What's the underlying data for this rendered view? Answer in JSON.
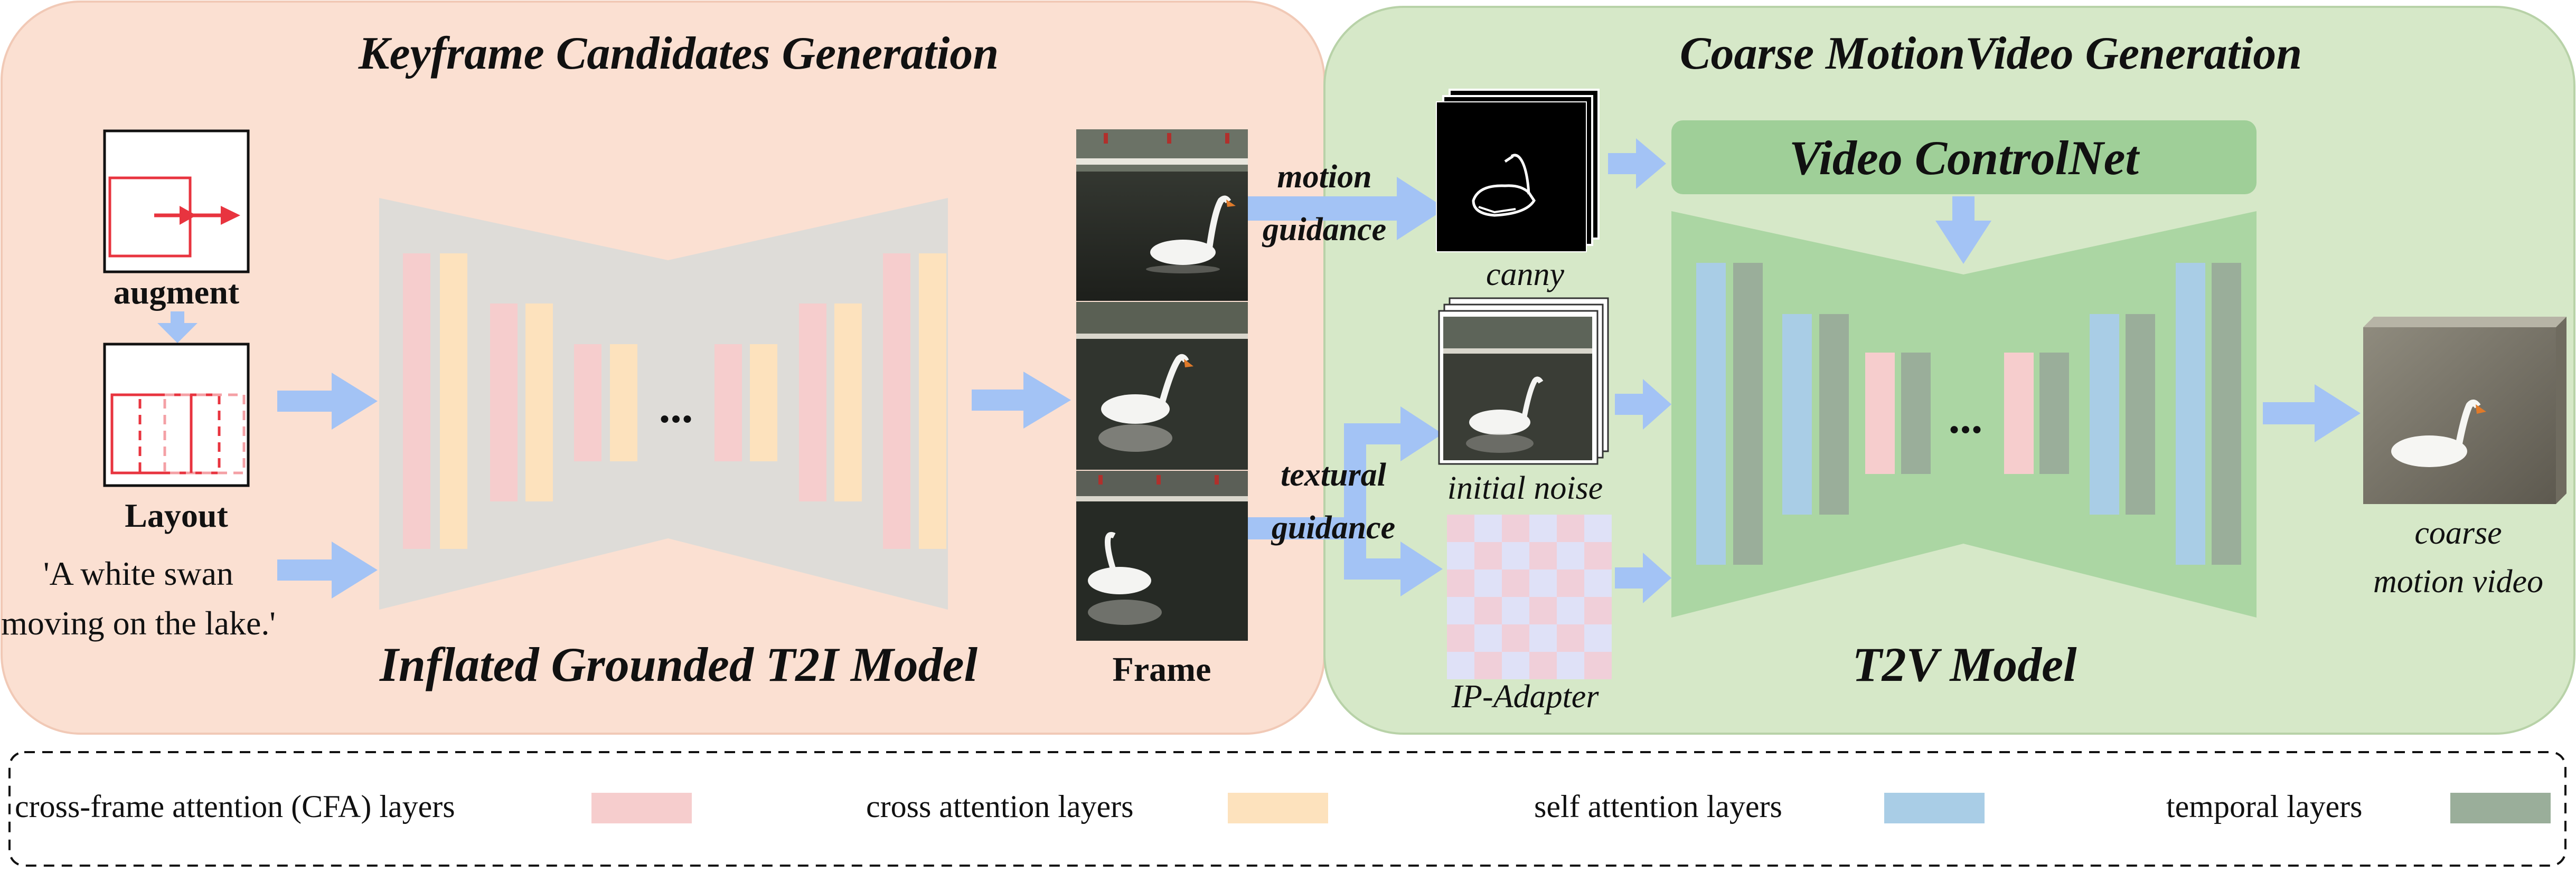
{
  "left_panel": {
    "title": "Keyframe Candidates Generation",
    "augment_label": "augment",
    "layout_label": "Layout",
    "prompt_line1": "'A white swan",
    "prompt_line2": "moving on the lake.'",
    "model_label": "Inflated Grounded T2I Model",
    "ellipsis": "...",
    "frame_label": "Frame"
  },
  "right_panel": {
    "title": "Coarse MotionVideo Generation",
    "motion_guidance_line1": "motion",
    "motion_guidance_line2": "guidance",
    "textural_guidance_line1": "textural",
    "textural_guidance_line2": "guidance",
    "canny_label": "canny",
    "initial_noise_label": "initial noise",
    "ip_adapter_label": "IP-Adapter",
    "controlnet_label": "Video ControlNet",
    "model_label": "T2V Model",
    "ellipsis": "...",
    "output_line1": "coarse",
    "output_line2": "motion video"
  },
  "legend": {
    "items": [
      {
        "label": "cross-frame attention (CFA) layers",
        "color": "#f6cdcd"
      },
      {
        "label": "cross attention layers",
        "color": "#fde2bd"
      },
      {
        "label": "self attention layers",
        "color": "#a9cde6"
      },
      {
        "label": "temporal layers",
        "color": "#9aae9a"
      }
    ]
  },
  "colors": {
    "left_bg": "#fbe0d2",
    "right_bg": "#d6e8c8",
    "arrow": "#a3c3f5",
    "grey_unet": "#dedcd8",
    "green_unet": "#abd6a3",
    "controlnet_box": "#9fcf98",
    "red_box": "#e8343f"
  }
}
